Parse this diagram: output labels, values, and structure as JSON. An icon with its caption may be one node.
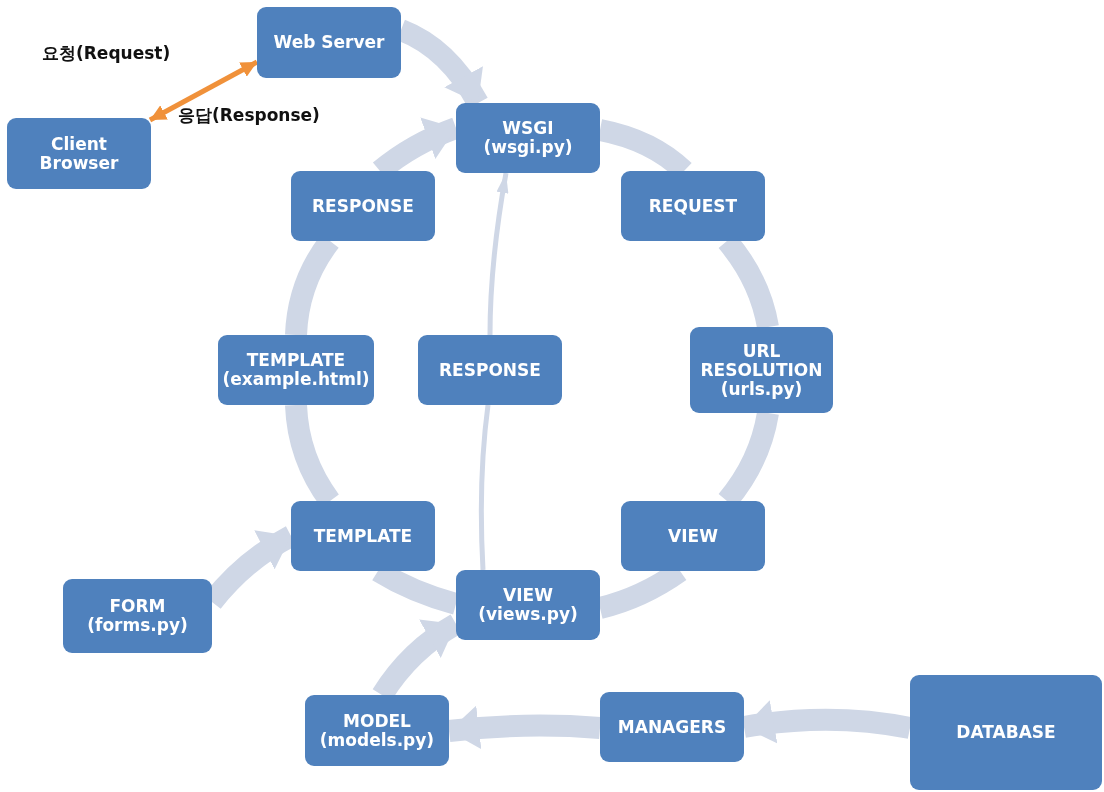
{
  "diagram": {
    "nodes": [
      {
        "text": [
          "Web Server"
        ]
      },
      {
        "text": [
          "Client Browser"
        ]
      },
      {
        "text": [
          "WSGI",
          "(wsgi.py)"
        ]
      },
      {
        "text": [
          "RESPONSE"
        ]
      },
      {
        "text": [
          "REQUEST"
        ]
      },
      {
        "text": [
          "TEMPLATE",
          "(example.html)"
        ]
      },
      {
        "text": [
          "RESPONSE"
        ]
      },
      {
        "text": [
          "URL RESOLUTION",
          "(urls.py)"
        ]
      },
      {
        "text": [
          "TEMPLATE"
        ]
      },
      {
        "text": [
          "VIEW"
        ]
      },
      {
        "text": [
          "FORM",
          "(forms.py)"
        ]
      },
      {
        "text": [
          "VIEW",
          "(views.py)"
        ]
      },
      {
        "text": [
          "MODEL",
          "(models.py)"
        ]
      },
      {
        "text": [
          "MANAGERS"
        ]
      },
      {
        "text": [
          "DATABASE"
        ]
      }
    ],
    "edges": [
      {
        "from": 0,
        "to": 2,
        "arrow": "to"
      },
      {
        "from": 1,
        "to": 0,
        "arrow": "both",
        "color": "#f0913a"
      },
      {
        "from": 2,
        "to": 4,
        "arrow": "none"
      },
      {
        "from": 4,
        "to": 7,
        "arrow": "none"
      },
      {
        "from": 7,
        "to": 9,
        "arrow": "none"
      },
      {
        "from": 9,
        "to": 11,
        "arrow": "none"
      },
      {
        "from": 11,
        "to": 8,
        "arrow": "none"
      },
      {
        "from": 8,
        "to": 5,
        "arrow": "none"
      },
      {
        "from": 5,
        "to": 3,
        "arrow": "none"
      },
      {
        "from": 3,
        "to": 2,
        "arrow": "to"
      },
      {
        "from": 10,
        "to": 8,
        "arrow": "to"
      },
      {
        "from": 12,
        "to": 11,
        "arrow": "to"
      },
      {
        "from": 13,
        "to": 12,
        "arrow": "to"
      },
      {
        "from": 14,
        "to": 13,
        "arrow": "to"
      },
      {
        "from": 11,
        "to": 6,
        "arrow": "none"
      },
      {
        "from": 6,
        "to": 2,
        "arrow": "to"
      }
    ],
    "labels": [
      "요청(Request)",
      "응답(Response)"
    ]
  }
}
